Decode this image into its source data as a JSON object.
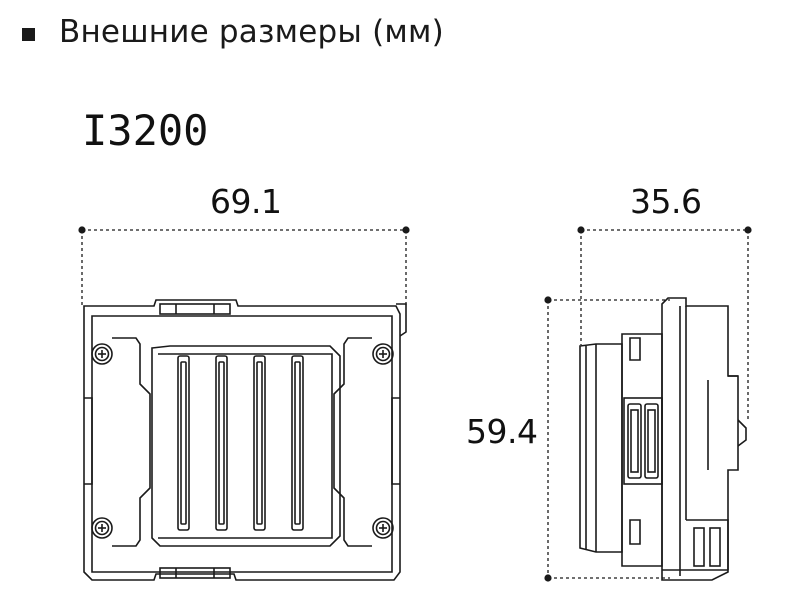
{
  "section": {
    "title": "Внешние размеры (мм)",
    "model": "I3200"
  },
  "dimensions": {
    "front_width": "69.1",
    "side_depth": "35.6",
    "height": "59.4"
  },
  "colors": {
    "line": "#1a1a1a",
    "background": "#ffffff"
  }
}
